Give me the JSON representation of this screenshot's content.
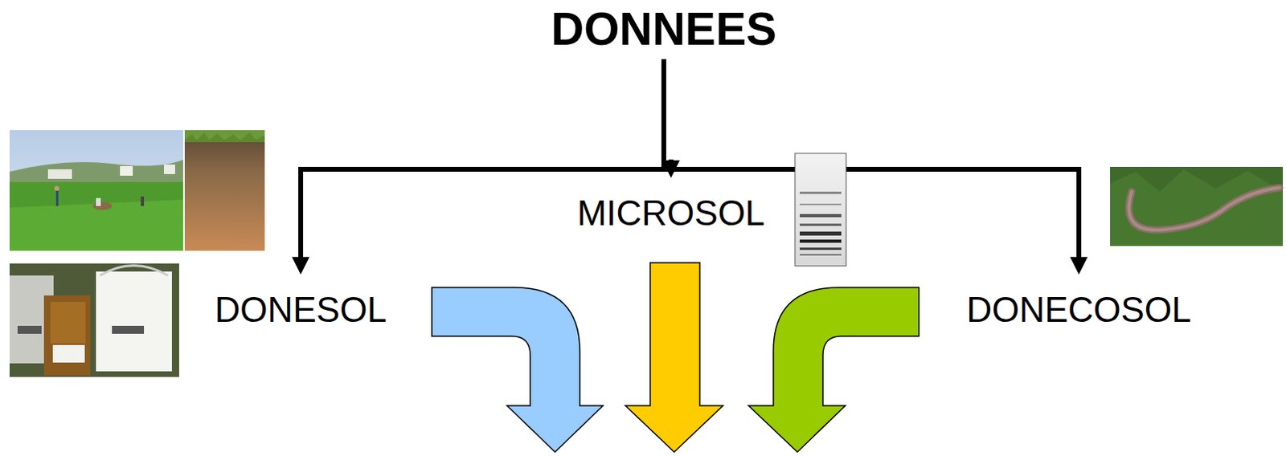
{
  "diagram": {
    "nodes": [
      {
        "text": [
          "DONNEES"
        ]
      },
      {
        "text": [
          "DONESOL"
        ]
      },
      {
        "text": [
          "MICROSOL"
        ]
      },
      {
        "text": [
          "DONECOSOL"
        ]
      }
    ],
    "edges": [
      {
        "from": 0,
        "to": 1,
        "arrow": "to"
      },
      {
        "from": 0,
        "to": 2,
        "arrow": "to"
      },
      {
        "from": 0,
        "to": 3,
        "arrow": "to"
      }
    ]
  }
}
